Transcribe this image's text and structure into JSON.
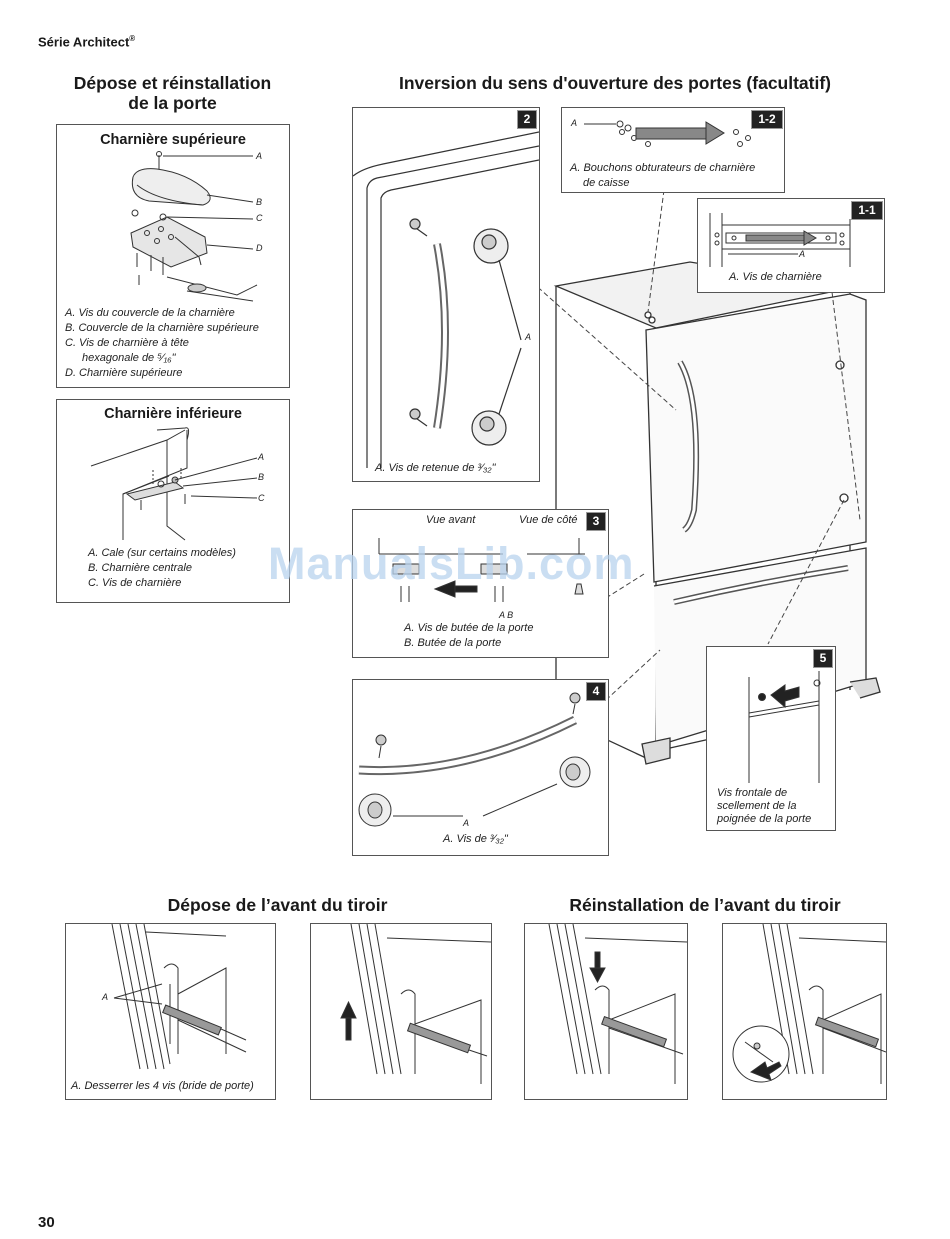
{
  "header": {
    "series": "Série Architect",
    "reg": "®"
  },
  "left_title": {
    "line1": "Dépose et réinstallation",
    "line2": "de la porte"
  },
  "top_title": "Inversion du sens d'ouverture des portes (facultatif)",
  "upper_hinge": {
    "title": "Charnière supérieure",
    "letters": [
      "A",
      "B",
      "C",
      "D"
    ],
    "captions": [
      "A. Vis du couvercle de la charnière",
      "B. Couvercle de la charnière supérieure",
      "C. Vis de charnière à tête",
      "hexagonale de ⁵⁄₁₆\"",
      "D. Charnière supérieure"
    ]
  },
  "lower_hinge": {
    "title": "Charnière inférieure",
    "letters": [
      "A",
      "B",
      "C"
    ],
    "captions": [
      "A. Cale (sur certains modèles)",
      "B. Charnière centrale",
      "C. Vis de charnière"
    ]
  },
  "step2": {
    "badge": "2",
    "letter": "A",
    "caption": "A. Vis de retenue de ³⁄₃₂\""
  },
  "step12": {
    "badge": "1-2",
    "letter": "A",
    "captions": [
      "A. Bouchons obturateurs de charnière",
      "de caisse"
    ]
  },
  "step11": {
    "badge": "1-1",
    "letter": "A",
    "caption": "A. Vis de charnière"
  },
  "step3": {
    "badge": "3",
    "front_label": "Vue avant",
    "side_label": "Vue de côté",
    "letters": "A  B",
    "captions": [
      "A. Vis de butée de la porte",
      "B. Butée de la porte"
    ]
  },
  "step4": {
    "badge": "4",
    "letter": "A",
    "caption": "A. Vis de ³⁄₃₂\""
  },
  "step5": {
    "badge": "5",
    "captions": [
      "Vis frontale de",
      "scellement de la",
      "poignée de la porte"
    ]
  },
  "drawer_removal": {
    "title": "Dépose de l’avant du tiroir",
    "letter": "A",
    "caption": "A. Desserrer les 4 vis (bride de porte)"
  },
  "drawer_reinstall": {
    "title": "Réinstallation de l’avant du tiroir"
  },
  "watermark": "ManualsLib.com",
  "page_number": "30"
}
